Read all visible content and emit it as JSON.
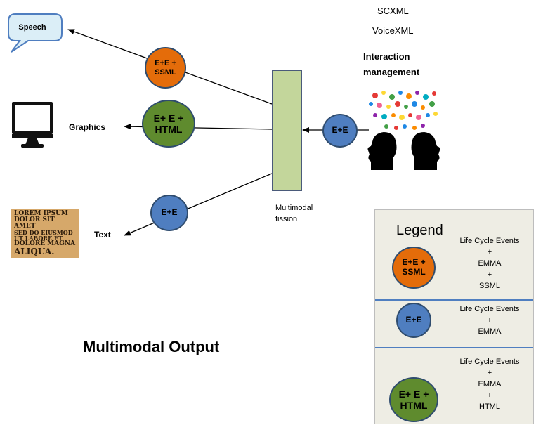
{
  "top_labels": {
    "scxml": "SCXML",
    "voicexml": "VoiceXML",
    "interaction": "Interaction\nmanagement"
  },
  "outputs": {
    "speech": "Speech",
    "graphics": "Graphics",
    "text": "Text",
    "text_image_lines": [
      "LOREM IPSUM",
      "DOLOR SIT AMET",
      "SED DO EIUSMOD",
      "UT LABORE ET",
      "DOLORE MAGNA",
      "ALIQUA."
    ]
  },
  "circles": {
    "speech_circle": "E+E +\nSSML",
    "graphics_circle": "E+ E +\nHTML",
    "text_circle": "E+E",
    "input_circle": "E+E"
  },
  "fission_label": "Multimodal\nfission",
  "title": "Multimodal Output",
  "legend": {
    "title": "Legend",
    "rows": [
      {
        "circle": "E+E +\nSSML",
        "lines": [
          "Life Cycle Events",
          "+",
          "EMMA",
          "+",
          "SSML"
        ]
      },
      {
        "circle": "E+E",
        "lines": [
          "Life Cycle Events",
          "+",
          "EMMA"
        ]
      },
      {
        "circle": "E+ E +\nHTML",
        "lines": [
          "Life Cycle Events",
          "+",
          "EMMA",
          "+",
          "HTML"
        ]
      }
    ]
  },
  "colors": {
    "orange": "#e46c0a",
    "green": "#5f8b2e",
    "blue": "#4f7ec0",
    "fission": "#c3d69b"
  }
}
